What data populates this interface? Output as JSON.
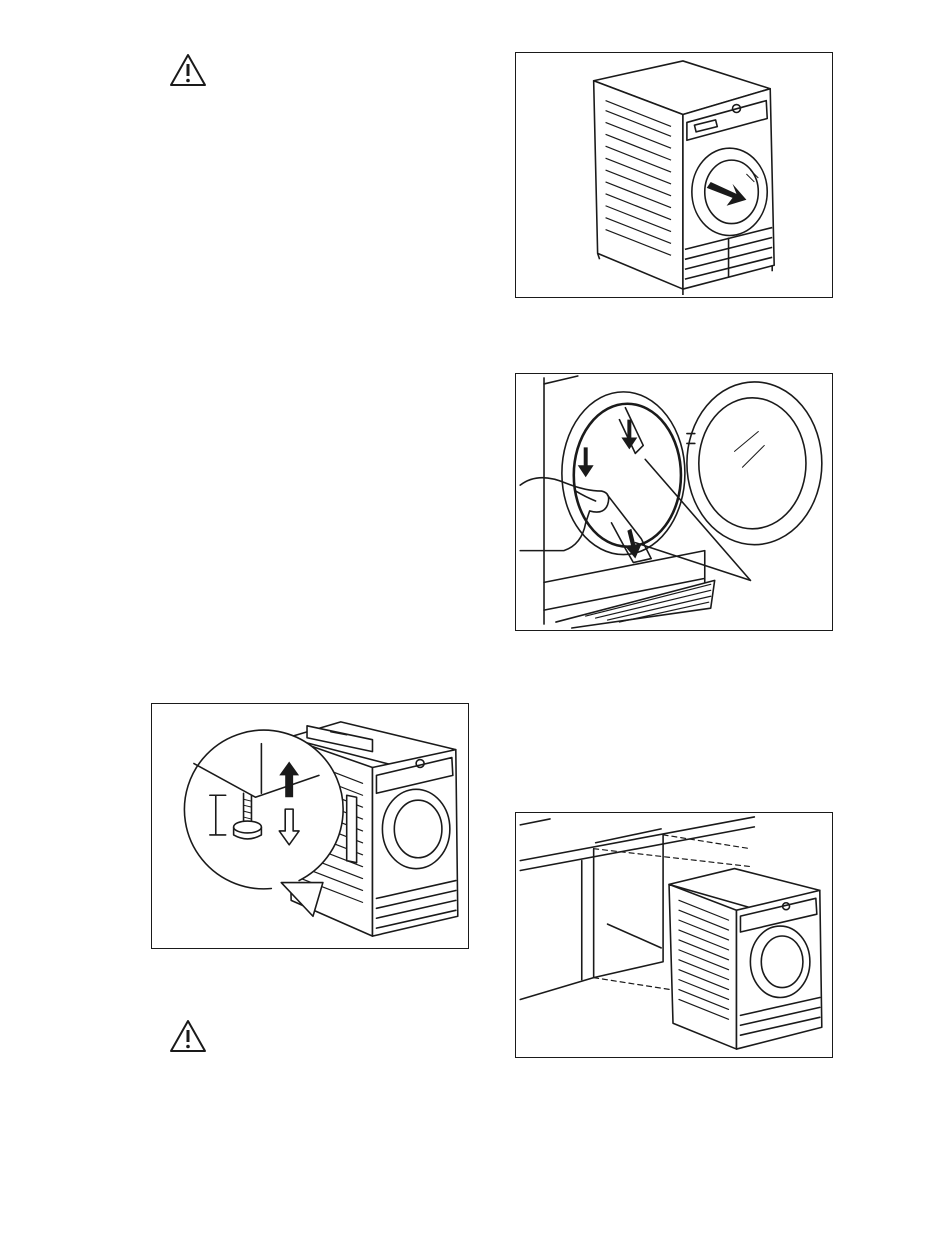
{
  "page": {
    "background": "#ffffff",
    "ink": "#1a1a1a"
  },
  "icons": {
    "top_warning": "warning-triangle-icon",
    "bottom_warning": "warning-triangle-icon"
  },
  "figures": [
    {
      "id": "dryer-door-arrow",
      "caption": ""
    },
    {
      "id": "remove-transit-packing",
      "caption": ""
    },
    {
      "id": "adjust-feet",
      "caption": ""
    },
    {
      "id": "under-counter-install",
      "caption": ""
    }
  ]
}
